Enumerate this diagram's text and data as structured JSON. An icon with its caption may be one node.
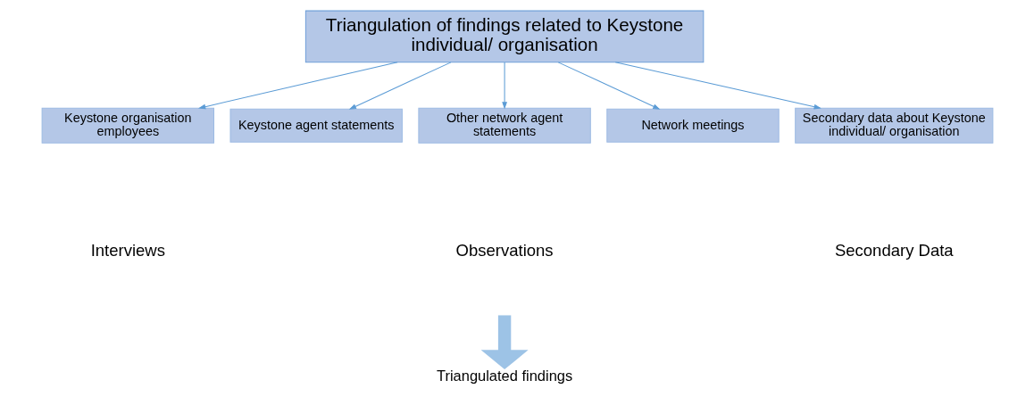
{
  "diagram": {
    "nodes": [
      {
        "text": [
          "Triangulation of findings related to Keystone individual/ organisation"
        ]
      },
      {
        "text": [
          "Keystone organisation employees"
        ]
      },
      {
        "text": [
          "Keystone agent statements"
        ]
      },
      {
        "text": [
          "Other network agent statements"
        ]
      },
      {
        "text": [
          "Network meetings"
        ]
      },
      {
        "text": [
          "Secondary data about Keystone individual/ organisation"
        ]
      },
      {
        "text": [
          "Triangulated findings"
        ]
      }
    ],
    "edges": [
      {
        "from": 0,
        "to": 1,
        "arrow": "to"
      },
      {
        "from": 0,
        "to": 2,
        "arrow": "to"
      },
      {
        "from": 0,
        "to": 3,
        "arrow": "to"
      },
      {
        "from": 0,
        "to": 4,
        "arrow": "to"
      },
      {
        "from": 0,
        "to": 5,
        "arrow": "to"
      },
      {
        "from": null,
        "to": 6,
        "arrow": "to",
        "style": "thick"
      }
    ],
    "labels": [
      "Interviews",
      "Observations",
      "Secondary Data"
    ]
  }
}
